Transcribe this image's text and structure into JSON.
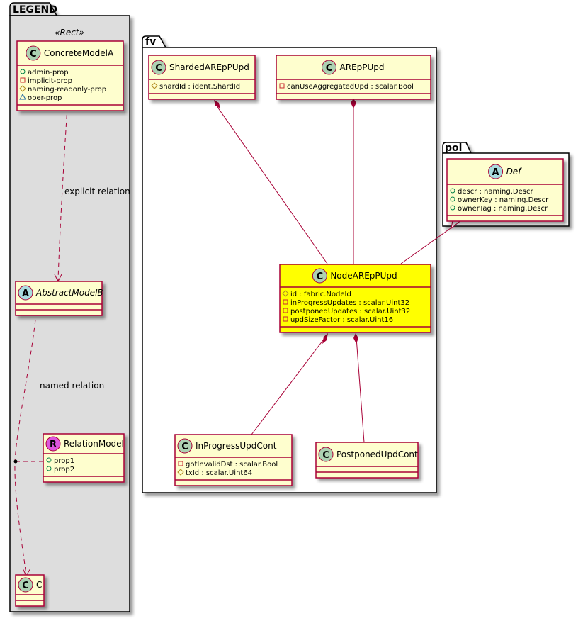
{
  "colors": {
    "class_fill": "#FEFECE",
    "class_border": "#A80036",
    "highlight_fill": "#FFFF00",
    "legend_fill": "#DDDDDD",
    "package_fill": "#FFFFFF",
    "edge": "#A80036",
    "spot_class": "#ADD1B2",
    "spot_abstract": "#A9DCDF",
    "spot_relation": "#DD55DD"
  },
  "packages": {
    "legend": {
      "name": "LEGEND",
      "stereotype": "«Rect»"
    },
    "fv": {
      "name": "fv"
    },
    "pol": {
      "name": "pol"
    }
  },
  "classes": {
    "concreteModelA": {
      "name": "ConcreteModelA",
      "kind": "C",
      "italic": false,
      "attributes": [
        {
          "visibility": "public",
          "text": "admin-prop"
        },
        {
          "visibility": "private",
          "text": "implicit-prop"
        },
        {
          "visibility": "protected",
          "text": "naming-readonly-prop"
        },
        {
          "visibility": "package",
          "text": "oper-prop"
        }
      ]
    },
    "abstractModelB": {
      "name": "AbstractModelB",
      "kind": "A",
      "italic": true,
      "attributes": []
    },
    "relationModel": {
      "name": "RelationModel",
      "kind": "R",
      "italic": false,
      "attributes": [
        {
          "visibility": "public",
          "text": "prop1"
        },
        {
          "visibility": "public",
          "text": "prop2"
        }
      ]
    },
    "c": {
      "name": "C",
      "kind": "C",
      "italic": false,
      "attributes": []
    },
    "shardedAREpPUpd": {
      "name": "ShardedAREpPUpd",
      "kind": "C",
      "italic": false,
      "attributes": [
        {
          "visibility": "protected",
          "text": "shardId : ident.ShardId"
        }
      ]
    },
    "arEpPUpd": {
      "name": "AREpPUpd",
      "kind": "C",
      "italic": false,
      "attributes": [
        {
          "visibility": "private",
          "text": "canUseAggregatedUpd : scalar.Bool"
        }
      ]
    },
    "def": {
      "name": "Def",
      "kind": "A",
      "italic": true,
      "attributes": [
        {
          "visibility": "public",
          "text": "descr : naming.Descr"
        },
        {
          "visibility": "public",
          "text": "ownerKey : naming.Descr"
        },
        {
          "visibility": "public",
          "text": "ownerTag : naming.Descr"
        }
      ]
    },
    "nodeAREpPUpd": {
      "name": "NodeAREpPUpd",
      "kind": "C",
      "italic": false,
      "highlighted": true,
      "attributes": [
        {
          "visibility": "protected",
          "text": "id : fabric.NodeId"
        },
        {
          "visibility": "private",
          "text": "inProgressUpdates : scalar.Uint32"
        },
        {
          "visibility": "private",
          "text": "postponedUpdates : scalar.Uint32"
        },
        {
          "visibility": "private",
          "text": "updSizeFactor : scalar.Uint16"
        }
      ]
    },
    "inProgressUpdCont": {
      "name": "InProgressUpdCont",
      "kind": "C",
      "italic": false,
      "attributes": [
        {
          "visibility": "private",
          "text": "gotInvalidDst : scalar.Bool"
        },
        {
          "visibility": "protected",
          "text": "txId : scalar.Uint64"
        }
      ]
    },
    "postponedUpdCont": {
      "name": "PostponedUpdCont",
      "kind": "C",
      "italic": false,
      "attributes": []
    }
  },
  "edges": {
    "explicit": {
      "label": "explicit relation",
      "type": "dependency"
    },
    "named": {
      "label": "named relation",
      "type": "dependency"
    }
  }
}
